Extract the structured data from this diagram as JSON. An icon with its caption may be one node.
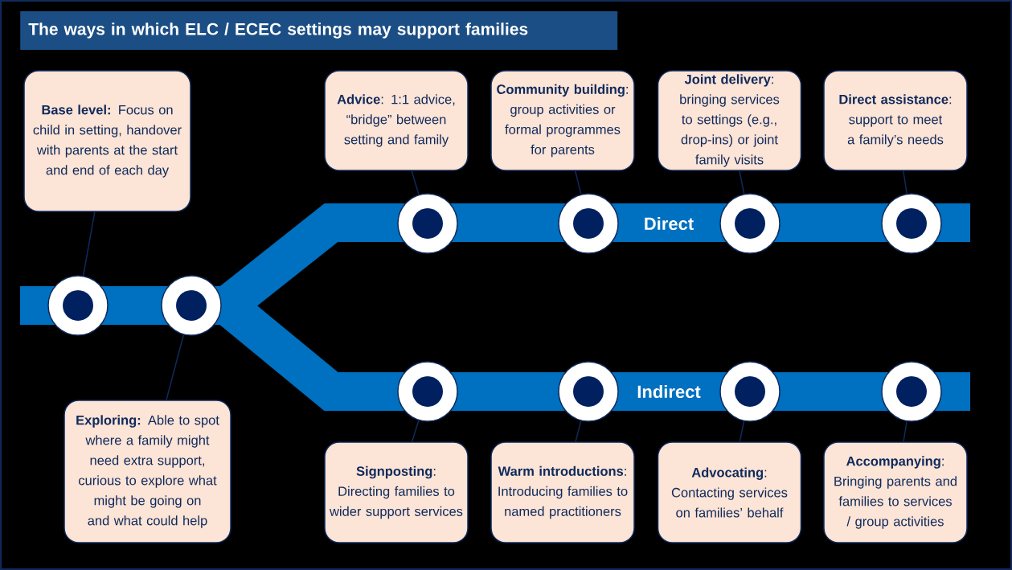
{
  "diagram": {
    "title": "The ways in which ELC / ECEC settings may support families",
    "nodes": [
      {
        "text": [
          "**Base level:** Focus on child in setting, handover with parents at the start and end of each day"
        ]
      },
      {
        "text": [
          "**Advice**: 1:1 advice, “bridge” between setting and family"
        ]
      },
      {
        "text": [
          "**Community building**: group activities or formal programmes for parents"
        ]
      },
      {
        "text": [
          "**Joint delivery**: bringing services to settings (e.g., drop-ins) or joint family visits"
        ]
      },
      {
        "text": [
          "**Direct assistance**: support to meet a family’s needs"
        ]
      },
      {
        "text": [
          "**Exploring:** Able to spot where a family might need extra support, curious to explore what might be going on and what could help"
        ]
      },
      {
        "text": [
          "**Signposting**: Directing families to wider support services"
        ]
      },
      {
        "text": [
          "**Warm introductions**: Introducing families to named practitioners"
        ]
      },
      {
        "text": [
          "**Advocating**: Contacting services on families’ behalf"
        ]
      },
      {
        "text": [
          "**Accompanying**: Bringing parents and families to services / group activities"
        ]
      },
      {
        "text": [],
        "shape": "circle"
      },
      {
        "text": [],
        "shape": "circle"
      },
      {
        "text": [],
        "shape": "circle"
      },
      {
        "text": [],
        "shape": "circle"
      },
      {
        "text": [],
        "shape": "circle"
      },
      {
        "text": [],
        "shape": "circle"
      },
      {
        "text": [],
        "shape": "circle"
      },
      {
        "text": [],
        "shape": "circle"
      },
      {
        "text": [],
        "shape": "circle"
      },
      {
        "text": [],
        "shape": "circle"
      }
    ],
    "edges": [
      {
        "from": 0,
        "to": 10,
        "arrow": "none"
      },
      {
        "from": 5,
        "to": 11,
        "arrow": "none"
      },
      {
        "from": 1,
        "to": 12,
        "arrow": "none"
      },
      {
        "from": 2,
        "to": 13,
        "arrow": "none"
      },
      {
        "from": 3,
        "to": 14,
        "arrow": "none"
      },
      {
        "from": 4,
        "to": 15,
        "arrow": "none"
      },
      {
        "from": 6,
        "to": 16,
        "arrow": "none"
      },
      {
        "from": 7,
        "to": 17,
        "arrow": "none"
      },
      {
        "from": 8,
        "to": 18,
        "arrow": "none"
      },
      {
        "from": 9,
        "to": 19,
        "arrow": "none"
      }
    ],
    "labels": [
      "Direct",
      "Indirect"
    ]
  }
}
